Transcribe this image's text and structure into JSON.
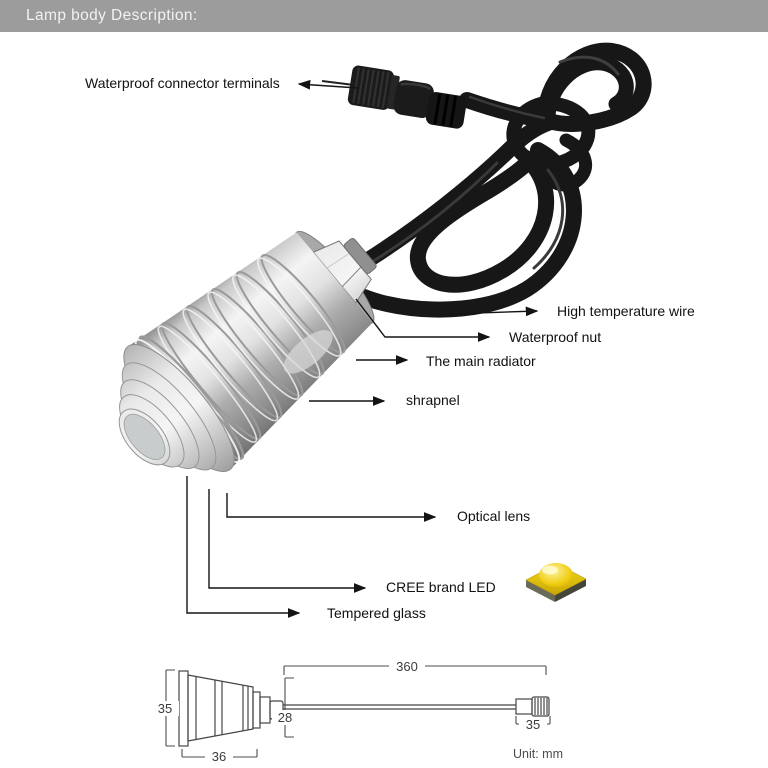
{
  "header": {
    "title": "Lamp body Description:"
  },
  "annotations": {
    "connector_terminals": "Waterproof connector terminals",
    "high_temp_wire": "High temperature wire",
    "waterproof_nut": "Waterproof nut",
    "main_radiator": "The main radiator",
    "shrapnel": "shrapnel",
    "optical_lens": "Optical lens",
    "cree_led": "CREE brand LED",
    "tempered_glass": "Tempered glass"
  },
  "dimension_drawing": {
    "body_height_mm": "35",
    "body_width_mm": "36",
    "nut_height_mm": "28",
    "cable_length_mm": "360",
    "connector_length_mm": "35",
    "unit_note": "Unit: mm"
  },
  "colors": {
    "header_bar": "#9c9c9c",
    "header_text": "#f2f2f2",
    "cable_black": "#171717",
    "metal_silver": "#d9d9d9",
    "led_yellow": "#eecb10",
    "annotation_text": "#111111",
    "drawing_lines": "#454545"
  }
}
